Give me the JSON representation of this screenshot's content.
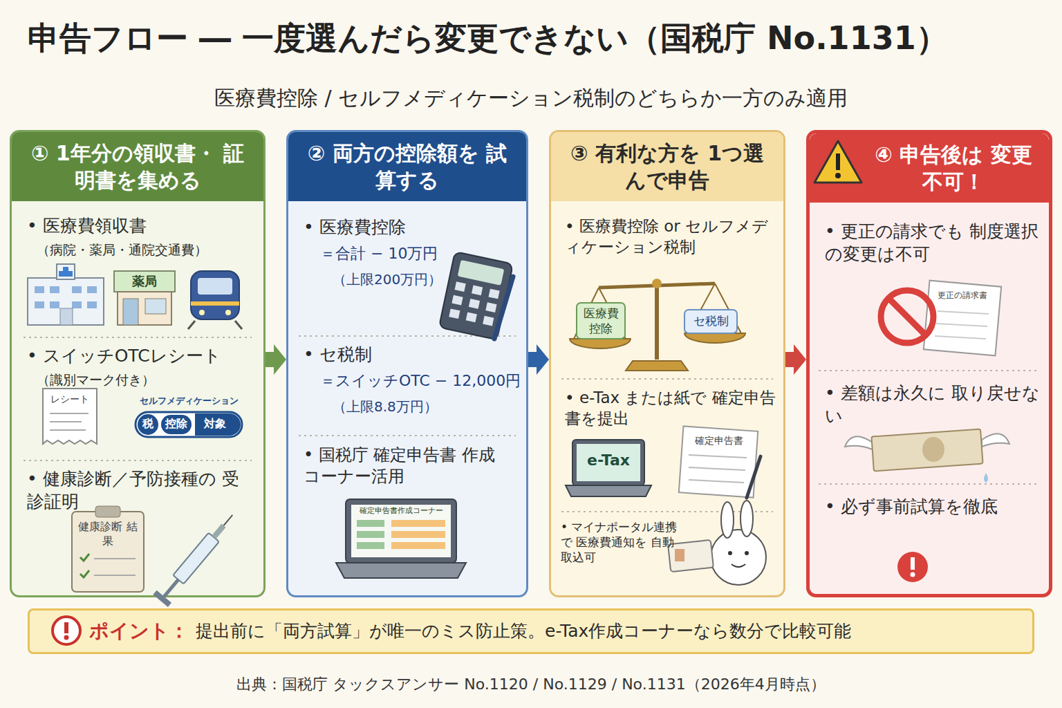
{
  "diagram": {
    "title": "申告フロー ― 一度選んだら変更できない（国税庁 No.1131）",
    "caption": "出典：国税庁 タックスアンサー No.1120 / No.1129 / No.1131（2026年4月時点）",
    "nodes": [
      {
        "text": [
          "① 1年分の領収書・ 証明書を集める",
          "• 医療費領収書",
          "（病院・薬局・通院交通費）",
          "• スイッチOTCレシート",
          "（識別マーク付き）",
          "• 健康診断／予防接種の 受診証明"
        ]
      },
      {
        "text": [
          "② 両方の控除額を 試算する",
          "• 医療費控除",
          "＝合計 − 10万円",
          "（上限200万円）",
          "• セ税制",
          "＝スイッチOTC − 12,000円",
          "（上限8.8万円）",
          "• 国税庁 確定申告書 作成コーナー活用"
        ]
      },
      {
        "text": [
          "③ 有利な方を 1つ選んで申告",
          "• 医療費控除 or セルフメディケーション税制",
          "• e-Tax または紙で 確定申告書を提出",
          "• マイナポータル連携で 医療費通知を 自動取込可"
        ]
      },
      {
        "text": [
          "④ 申告後は 変更不可！",
          "• 更正の請求でも 制度選択の変更は不可",
          "• 差額は永久に 取り戻せない",
          "• 必ず事前試算を徹底"
        ]
      },
      {
        "text": [
          "ポイント：",
          "提出前に「両方試算」が唯一のミス防止策。e-Tax作成コーナーなら数分で比較可能"
        ]
      }
    ],
    "edges": [
      {
        "from": 0,
        "to": 1,
        "arrow": "to"
      },
      {
        "from": 1,
        "to": 2,
        "arrow": "to"
      },
      {
        "from": 2,
        "to": 3,
        "arrow": "to"
      }
    ],
    "labels": [
      "医療費控除 / セルフメディケーション税制のどちらか一方のみ適用",
      "薬局",
      "レシート",
      "セルフメディケーション",
      "税",
      "控除",
      "対象",
      "健康診断 結果",
      "医療費 控除",
      "セ税制",
      "確定申告書作成コーナー",
      "e-Tax",
      "確定申告書",
      "更正の請求書"
    ]
  }
}
